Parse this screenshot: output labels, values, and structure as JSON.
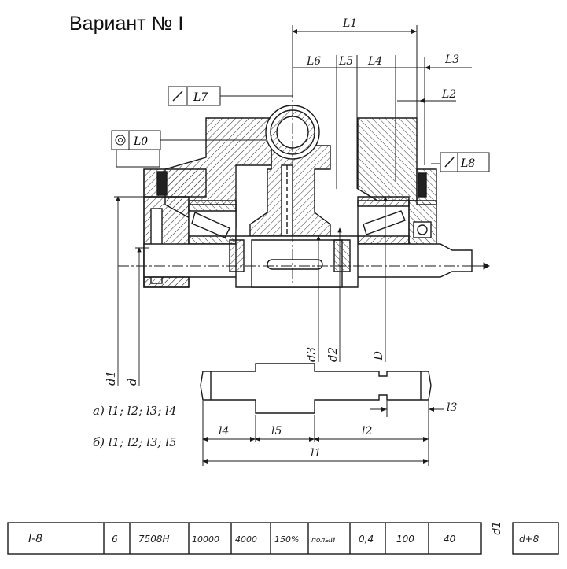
{
  "title": "Вариант № I",
  "dims": {
    "L1": "L1",
    "L2": "L2",
    "L3": "L3",
    "L4": "L4",
    "L5": "L5",
    "L6": "L6",
    "L7": "L7",
    "L8": "L8",
    "L0": "L0",
    "d": "d",
    "d1": "d1",
    "d2": "d2",
    "d3": "d3",
    "D": "D",
    "l1": "l1",
    "l2": "l2",
    "l3": "l3",
    "l4": "l4",
    "l5": "l5"
  },
  "variants": {
    "a": "а) l1; l2; l3; l4",
    "b": "б) l1; l2; l3; l5"
  },
  "table": {
    "cells": [
      "I-8",
      "6",
      "7508Н",
      "10000",
      "4000",
      "150%",
      "полый",
      "0,4",
      "100",
      "40"
    ],
    "side_label": "d1",
    "last_cell": "d+8"
  },
  "colors": {
    "line": "#1a1a1a",
    "hatch": "#333333"
  }
}
